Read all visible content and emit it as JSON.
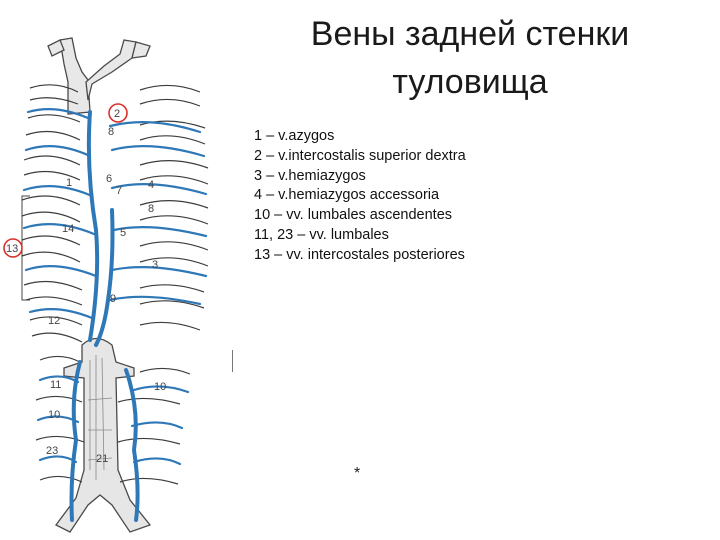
{
  "title": "Вены задней стенки\nтуловища",
  "legend": [
    "1 – v.azygos",
    "2 – v.intercostalis superior dextra",
    "3 – v.hemiazygos",
    "4 – v.hemiazygos accessoria",
    "10 – vv. lumbales ascendentes",
    "11, 23 – vv. lumbales",
    "13 – vv. intercostales posteriores"
  ],
  "figure_labels": {
    "l1": "1",
    "l2": "2",
    "l3": "3",
    "l4": "4",
    "l5": "5",
    "l6": "6",
    "l7": "7",
    "l8a": "8",
    "l8b": "8",
    "l9": "9",
    "l10a": "10",
    "l10b": "10",
    "l11": "11",
    "l12": "12",
    "l13": "13",
    "l14": "14",
    "l21": "21",
    "l23": "23"
  },
  "colors": {
    "vein": "#2f78b8",
    "circle": "#d9302b",
    "outline": "#4a4a4a"
  },
  "footnote": "*"
}
